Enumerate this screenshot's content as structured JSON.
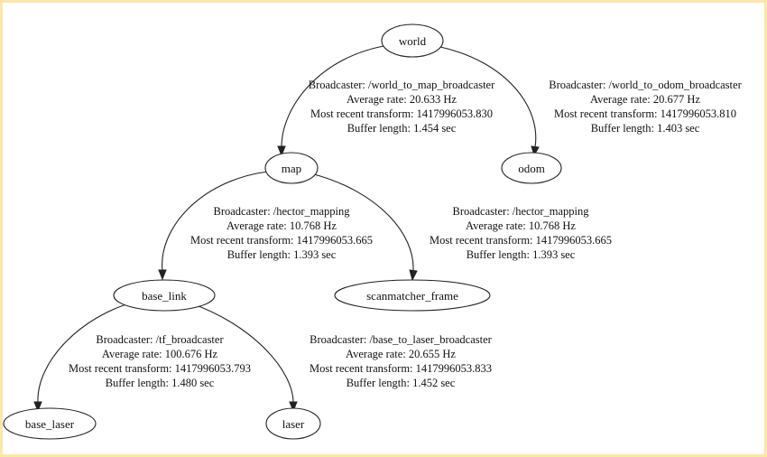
{
  "nodes": {
    "world": "world",
    "map": "map",
    "odom": "odom",
    "base_link": "base_link",
    "scanmatcher_frame": "scanmatcher_frame",
    "base_laser": "base_laser",
    "laser": "laser"
  },
  "edges": {
    "world_map": {
      "broadcaster": "Broadcaster: /world_to_map_broadcaster",
      "rate": "Average rate: 20.633 Hz",
      "recent": "Most recent transform: 1417996053.830",
      "buffer": "Buffer length: 1.454 sec"
    },
    "world_odom": {
      "broadcaster": "Broadcaster: /world_to_odom_broadcaster",
      "rate": "Average rate: 20.677 Hz",
      "recent": "Most recent transform: 1417996053.810",
      "buffer": "Buffer length: 1.403 sec"
    },
    "map_base_link": {
      "broadcaster": "Broadcaster: /hector_mapping",
      "rate": "Average rate: 10.768 Hz",
      "recent": "Most recent transform: 1417996053.665",
      "buffer": "Buffer length: 1.393 sec"
    },
    "map_scanmatcher": {
      "broadcaster": "Broadcaster: /hector_mapping",
      "rate": "Average rate: 10.768 Hz",
      "recent": "Most recent transform: 1417996053.665",
      "buffer": "Buffer length: 1.393 sec"
    },
    "base_link_base_laser": {
      "broadcaster": "Broadcaster: /tf_broadcaster",
      "rate": "Average rate: 100.676 Hz",
      "recent": "Most recent transform: 1417996053.793",
      "buffer": "Buffer length: 1.480 sec"
    },
    "base_link_laser": {
      "broadcaster": "Broadcaster: /base_to_laser_broadcaster",
      "rate": "Average rate: 20.655 Hz",
      "recent": "Most recent transform: 1417996053.833",
      "buffer": "Buffer length: 1.452 sec"
    }
  }
}
